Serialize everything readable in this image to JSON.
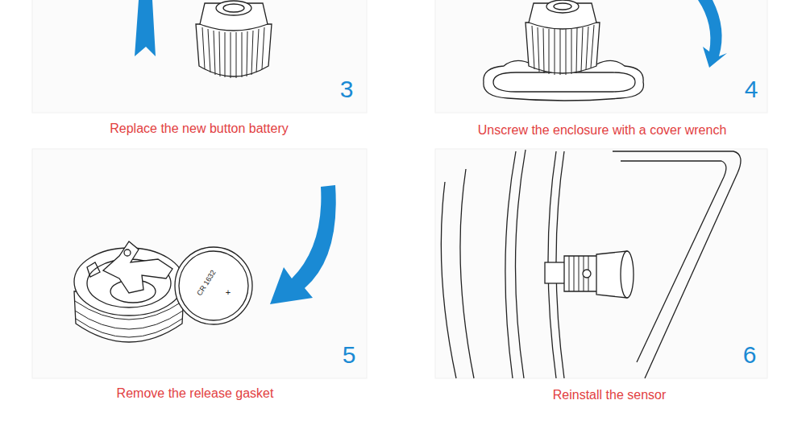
{
  "diagram": {
    "labels": [
      "3",
      "Replace the new button battery",
      "4",
      "Unscrew the enclosure with a cover wrench",
      "CR 1632",
      "+",
      "5",
      "Remove the release gasket",
      "6",
      "Reinstall the sensor"
    ]
  }
}
